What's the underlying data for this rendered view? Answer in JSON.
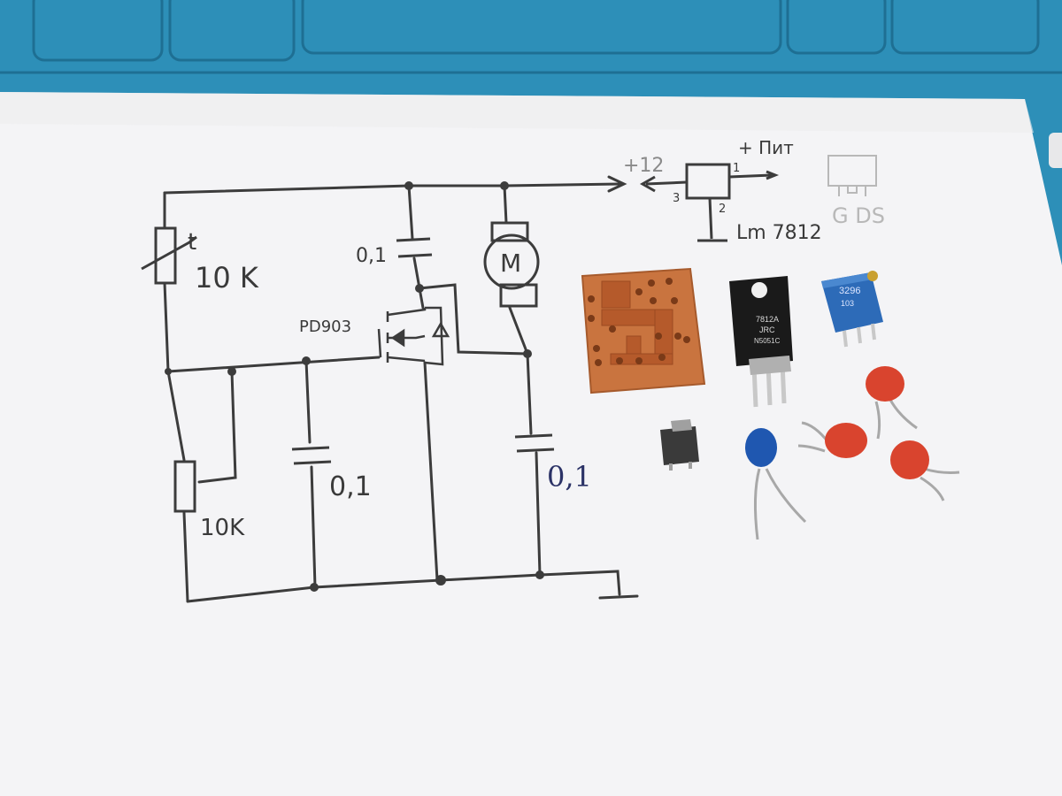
{
  "schematic": {
    "thermistor_label": "10 K",
    "thermistor_symbol": "t",
    "pot_label": "10K",
    "mosfet_label": "PD903",
    "cap_top_label": "0,1",
    "cap_mid_label": "0,1",
    "cap_right_label": "0,1",
    "motor_label": "M",
    "plus12_label": "+12",
    "supply_label": "+ Пит",
    "regulator_label": "Lm 7812",
    "pin1": "1",
    "pin2": "2",
    "pin3": "3",
    "gds_label": "G DS"
  },
  "components": {
    "regulator_marking_1": "7812A",
    "regulator_marking_2": "JRC",
    "regulator_marking_3": "N5051C",
    "trimmer_marking_1": "3296",
    "trimmer_marking_2": "103"
  },
  "colors": {
    "mat": "#2d8fb8",
    "paper": "#f4f4f6",
    "pcb": "#c9743f",
    "copper": "#b55a2b",
    "trimmer": "#2d6bb8",
    "ceramic_red": "#d9442e",
    "ceramic_blue": "#1f57b0"
  }
}
